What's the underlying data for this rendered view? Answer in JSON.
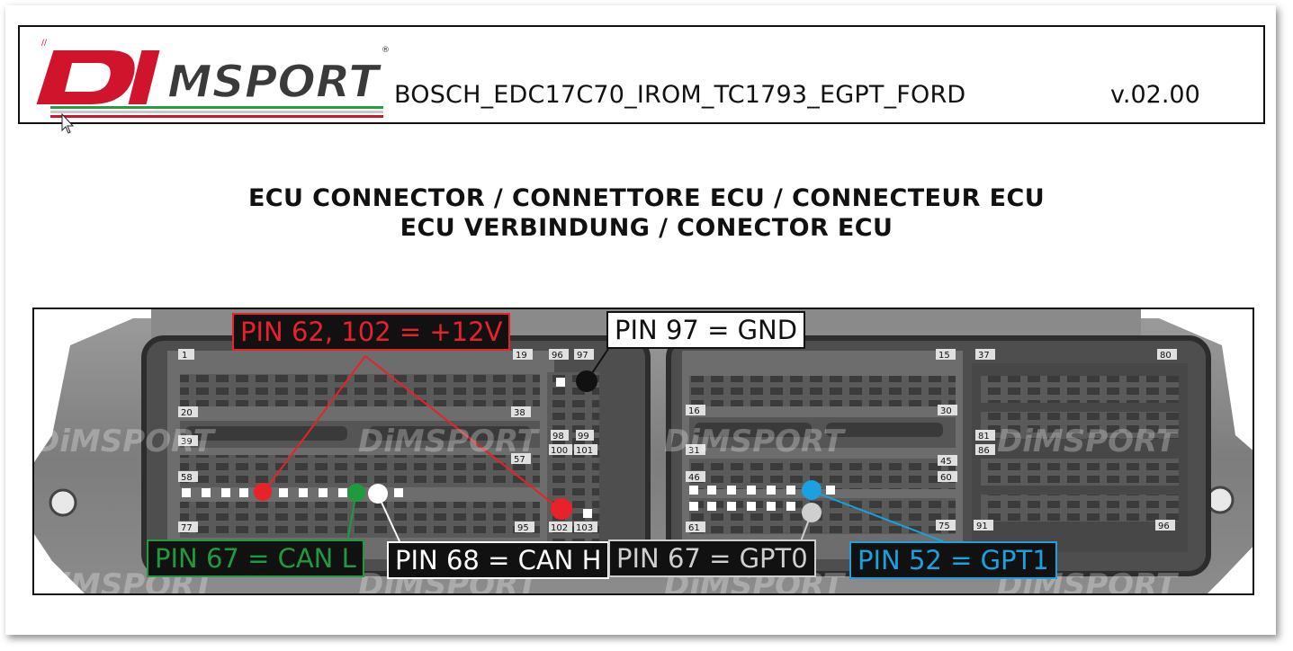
{
  "header": {
    "logo_text": "DiMSPORT",
    "title": "BOSCH_EDC17C70_IROM_TC1793_EGPT_FORD",
    "version": "v.02.00"
  },
  "section": {
    "line1": "ECU CONNECTOR / CONNETTORE ECU / CONNECTEUR ECU",
    "line2": "ECU VERBINDUNG / CONECTOR ECU"
  },
  "callouts": {
    "power": "PIN 62, 102 = +12V",
    "gnd": "PIN 97 = GND",
    "can_l": "PIN 67 = CAN L",
    "can_h": "PIN 68 = CAN H",
    "gpt0": "PIN 67 = GPT0",
    "gpt1": "PIN 52 = GPT1"
  },
  "pin_numbers": {
    "left": [
      "1",
      "19",
      "96",
      "97",
      "20",
      "38",
      "98",
      "99",
      "100",
      "101",
      "39",
      "58",
      "57",
      "77",
      "95",
      "102",
      "103"
    ],
    "right": [
      "15",
      "37",
      "80",
      "16",
      "30",
      "81",
      "86",
      "31",
      "46",
      "45",
      "60",
      "61",
      "75",
      "91",
      "96"
    ]
  },
  "colors": {
    "power": "#e8212b",
    "can_l": "#1f9a3f",
    "can_h": "#ffffff",
    "gnd": "#111111",
    "gpt0": "#cfcfcf",
    "gpt1": "#1aa1df"
  }
}
